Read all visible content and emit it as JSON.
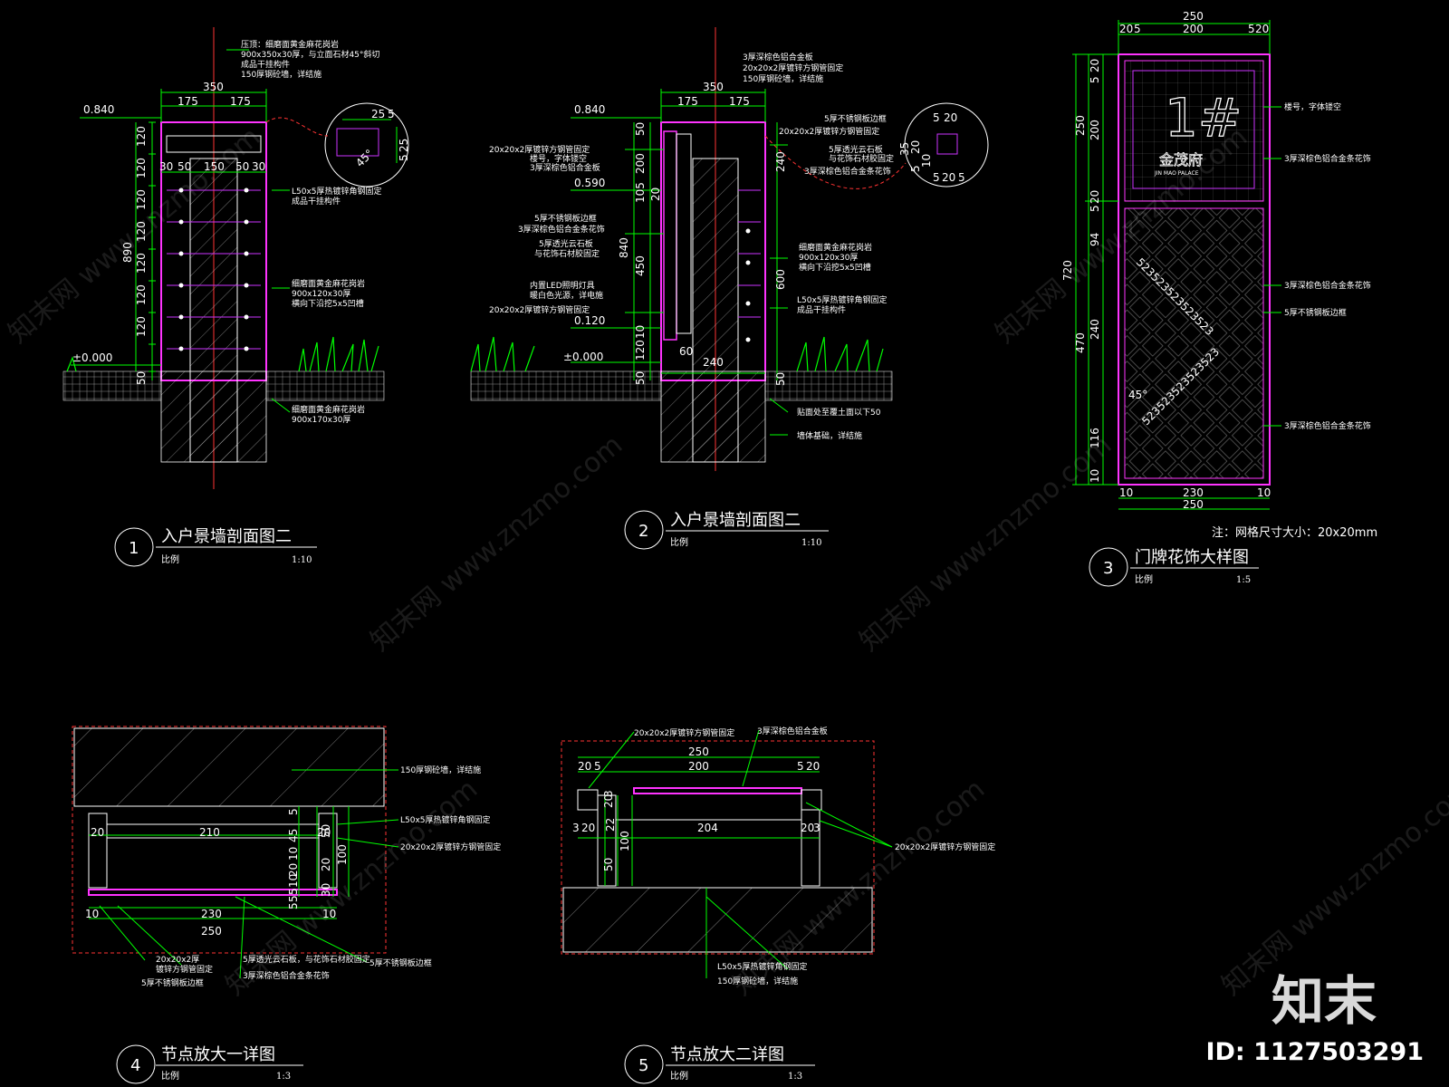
{
  "colors": {
    "background": "#000000",
    "dimension": "#00ff00",
    "outline": "#ff33ff",
    "section_line": "#ff3333",
    "text": "#ffffff"
  },
  "views": [
    {
      "number": "1",
      "title": "入户景墙剖面图二",
      "scale_label": "比例",
      "scale": "1:10"
    },
    {
      "number": "2",
      "title": "入户景墙剖面图二",
      "scale_label": "比例",
      "scale": "1:10"
    },
    {
      "number": "3",
      "title": "门牌花饰大样图",
      "scale_label": "比例",
      "scale": "1:5"
    },
    {
      "number": "4",
      "title": "节点放大一详图",
      "scale_label": "比例",
      "scale": "1:3"
    },
    {
      "number": "5",
      "title": "节点放大二详图",
      "scale_label": "比例",
      "scale": "1:3"
    }
  ],
  "grid_note": "注：网格尺寸大小：20x20mm",
  "sign": {
    "number": "1#",
    "name": "金茂府",
    "name_en": "JIN MAO PALACE",
    "pattern_text": "523523523523523",
    "angle": "45°"
  },
  "view1": {
    "elevations": [
      "0.840",
      "±0.000"
    ],
    "dims_top": [
      "350",
      "175",
      "175"
    ],
    "dims_inner": [
      "30",
      "50",
      "150",
      "50",
      "30"
    ],
    "dims_vertical": [
      "120",
      "120",
      "120",
      "120",
      "120",
      "120",
      "120",
      "50",
      "890"
    ],
    "detail_dims": [
      "25",
      "5",
      "25",
      "5",
      "45°"
    ],
    "notes": [
      "压顶：细磨面黄金麻花岗岩",
      "900x350x30厚，与立面石材45°斜切",
      "成品干挂构件",
      "150厚钢砼墙，详结施",
      "L50x5厚热镀锌角钢固定",
      "成品干挂构件",
      "细磨面黄金麻花岗岩",
      "900x120x30厚",
      "横向下沿挖5x5凹槽",
      "细磨面黄金麻花岗岩",
      "900x170x30厚"
    ]
  },
  "view2": {
    "elevations": [
      "0.840",
      "0.590",
      "0.120",
      "±0.000"
    ],
    "dims_top": [
      "350",
      "175",
      "175"
    ],
    "dims_left": [
      "50",
      "200",
      "105",
      "20",
      "840",
      "450",
      "10",
      "120",
      "50"
    ],
    "dims_right": [
      "240",
      "600",
      "50"
    ],
    "dims_bottom": [
      "60",
      "240"
    ],
    "detail_dims": [
      "5",
      "20",
      "35",
      "20",
      "10",
      "5",
      "5",
      "20",
      "5"
    ],
    "notes_left": [
      "20x20x2厚镀锌方钢管固定",
      "楼号，字体镂空",
      "3厚深棕色铝合金板",
      "5厚不锈钢板边框",
      "3厚深棕色铝合金条花饰",
      "5厚透光云石板",
      "与花饰石材胶固定",
      "内置LED照明灯具",
      "暖白色光源，详电施",
      "20x20x2厚镀锌方钢管固定"
    ],
    "notes_top": [
      "3厚深棕色铝合金板",
      "20x20x2厚镀锌方钢管固定",
      "150厚钢砼墙，详结施"
    ],
    "notes_right": [
      "5厚不锈钢板边框",
      "20x20x2厚镀锌方钢管固定",
      "5厚透光云石板",
      "与花饰石材胶固定",
      "3厚深棕色铝合金条花饰",
      "细磨面黄金麻花岗岩",
      "900x120x30厚",
      "横向下沿挖5x5凹槽",
      "L50x5厚热镀锌角钢固定",
      "成品干挂构件",
      "贴面处至覆土面以下50",
      "墙体基础，详结施"
    ]
  },
  "view3": {
    "dims_top": [
      "250",
      "20",
      "5",
      "200",
      "5",
      "20"
    ],
    "dims_left": [
      "720",
      "250",
      "470"
    ],
    "dims_left2": [
      "20",
      "5",
      "200",
      "20",
      "5",
      "94",
      "240",
      "116",
      "10"
    ],
    "dims_bottom": [
      "10",
      "230",
      "10",
      "250"
    ],
    "notes": [
      "楼号，字体镂空",
      "3厚深棕色铝合金条花饰",
      "3厚深棕色铝合金条花饰",
      "5厚不锈钢板边框",
      "3厚深棕色铝合金条花饰"
    ]
  },
  "view4": {
    "dims": [
      "210",
      "20",
      "20",
      "230",
      "250",
      "10",
      "10"
    ],
    "dims_right": [
      "5",
      "45",
      "10",
      "20",
      "10",
      "5",
      "5",
      "5",
      "50",
      "20",
      "30",
      "100"
    ],
    "notes": [
      "150厚钢砼墙，详结施",
      "L50x5厚热镀锌角钢固定",
      "20x20x2厚镀锌方钢管固定",
      "20x20x2厚",
      "镀锌方钢管固定",
      "5厚透光云石板，与花饰石材胶固定",
      "3厚深棕色铝合金条花饰",
      "5厚不锈钢板边框",
      "5厚不锈钢板边框"
    ]
  },
  "view5": {
    "dims": [
      "250",
      "20",
      "5",
      "200",
      "5",
      "20",
      "3",
      "20",
      "22",
      "204",
      "20",
      "3",
      "20",
      "3",
      "100",
      "50"
    ],
    "notes": [
      "20x20x2厚镀锌方钢管固定",
      "3厚深棕色铝合金板",
      "20x20x2厚镀锌方钢管固定",
      "L50x5厚热镀锌角钢固定",
      "150厚钢砼墙，详结施"
    ]
  },
  "watermark": "知末网 www.znzmo.com",
  "brand": "知末",
  "image_id": "ID: 1127503291"
}
